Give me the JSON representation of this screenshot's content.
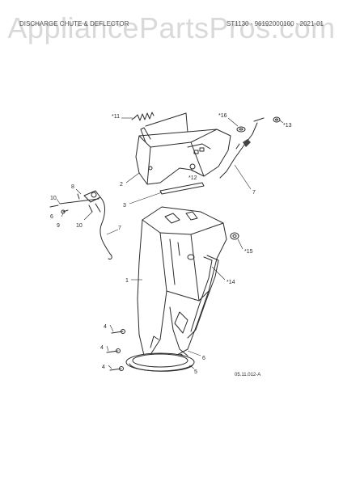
{
  "header": {
    "title": "DISCHARGE CHUTE & DEFLECTOR",
    "model_ref": "ST1130 - 96192000100 - 2021-01"
  },
  "watermark": "AppliancePartsPros.com",
  "drawing_code": "05.11.012-A",
  "callouts": {
    "c11": "*11",
    "c16": "*16",
    "c13": "*13",
    "c12": "*12",
    "c2": "2",
    "c7a": "7",
    "c8": "8",
    "c10a": "10",
    "c6a": "6",
    "c9": "9",
    "c10b": "10",
    "c7b": "7",
    "c3": "3",
    "c15": "*15",
    "c14": "*14",
    "c1": "1",
    "c4a": "4",
    "c4b": "4",
    "c4c": "4",
    "c6b": "6",
    "c5": "5"
  },
  "colors": {
    "ink": "#2b2b2b",
    "watermark": "#aaaaaa"
  }
}
